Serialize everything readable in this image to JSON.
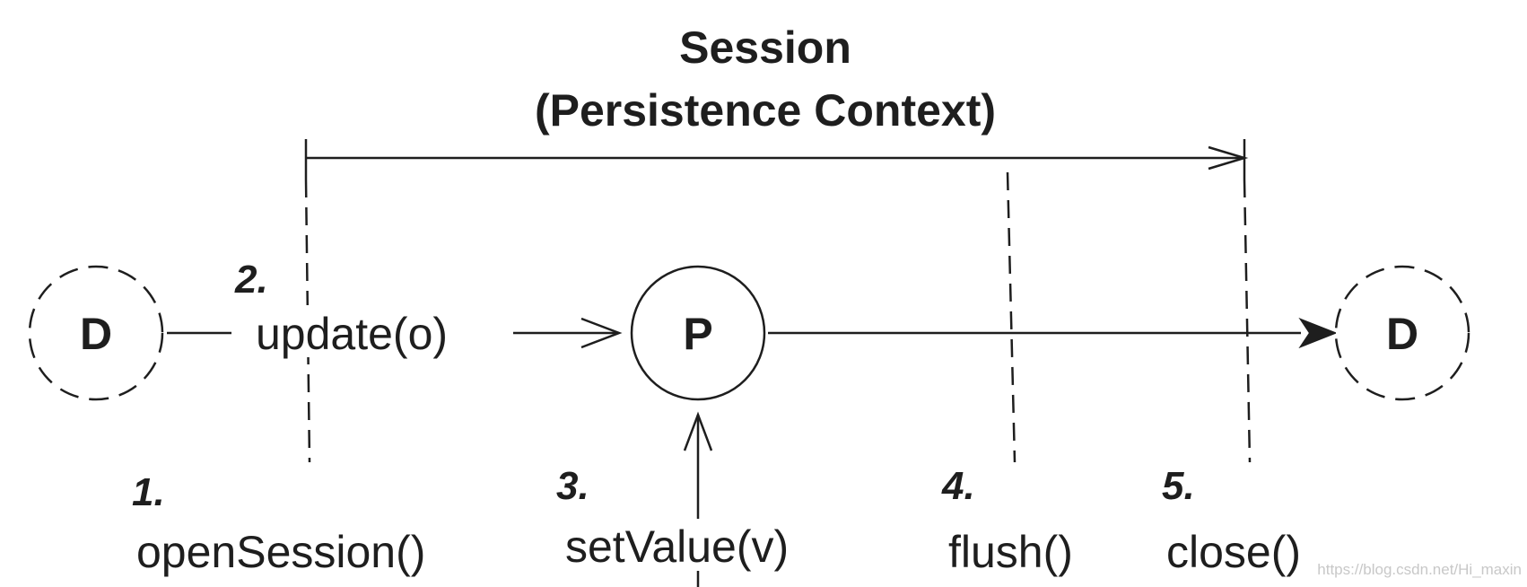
{
  "title": {
    "line1": "Session",
    "line2": "(Persistence Context)"
  },
  "nodes": {
    "detached_start": "D",
    "persistent": "P",
    "detached_end": "D"
  },
  "steps": [
    {
      "number": "1.",
      "call": "openSession()"
    },
    {
      "number": "2.",
      "call": "update(o)"
    },
    {
      "number": "3.",
      "call": "setValue(v)"
    },
    {
      "number": "4.",
      "call": "flush()"
    },
    {
      "number": "5.",
      "call": "close()"
    }
  ],
  "watermark": "https://blog.csdn.net/Hi_maxin"
}
